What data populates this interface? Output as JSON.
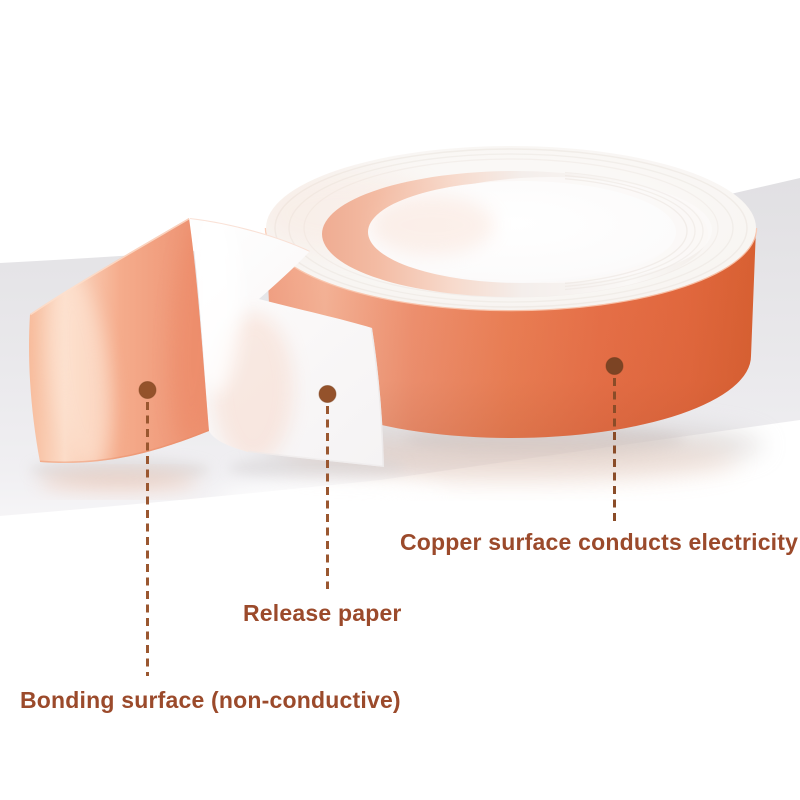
{
  "product": {
    "description_labels": {
      "copper_surface": "Copper surface conducts electricity",
      "release_paper": "Release paper",
      "bonding_surface": "Bonding surface (non-conductive)"
    }
  },
  "annotations": [
    {
      "id": "copper-surface",
      "label": "Copper surface conducts electricity"
    },
    {
      "id": "release-paper",
      "label": "Release paper"
    },
    {
      "id": "bonding-surface",
      "label": "Bonding surface (non-conductive)"
    }
  ],
  "colors": {
    "copper_deep": "#E06A40",
    "copper_mid": "#EB7F55",
    "copper_light": "#F7BFA5",
    "label_text": "#9B4A2B",
    "marker_dot": "#94522B",
    "dashed_line": "#9A5730",
    "surface_gray": "#E4E3E6",
    "paper_white": "#FAF9F9",
    "rim_white": "#F8F5F2"
  }
}
